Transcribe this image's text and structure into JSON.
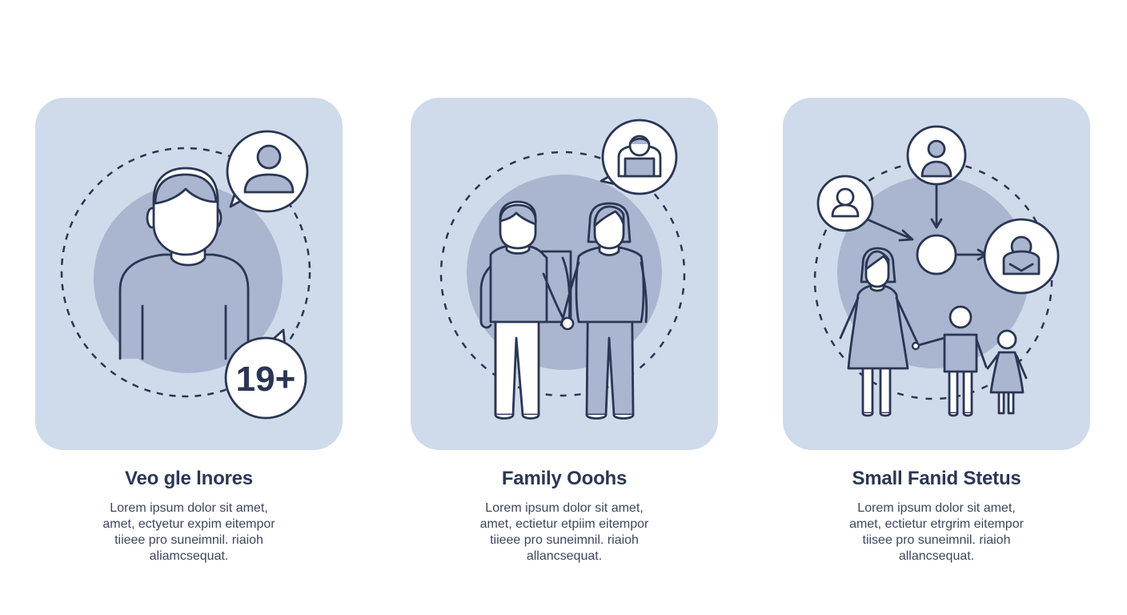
{
  "colors": {
    "panel_background": "#cfdbea",
    "blob": "#aab6cf",
    "stroke": "#2b3654",
    "figure_fill": "#aab6cf",
    "title": "#2a3756",
    "body_text": "#3d475e"
  },
  "cards": [
    {
      "title": "Veo gle lnores",
      "badge": "19+",
      "icons": [
        "adult-person-icon",
        "user-speech-bubble-icon",
        "age-19-plus-bubble-icon"
      ],
      "description": [
        "Lorem ipsum dolor sit amet,",
        "amet, ectyetur expim eitempor",
        "tiieee pro suneimnil. riaioh",
        "aliamcsequat."
      ]
    },
    {
      "title": "Family Ooohs",
      "icons": [
        "couple-holding-hands-icon",
        "user-speech-bubble-icon"
      ],
      "description": [
        "Lorem ipsum dolor sit amet,",
        "amet, ectietur etpiim eitempor",
        "tiieee pro suneimnil. riaioh",
        "allancsequat."
      ]
    },
    {
      "title": "Small Fanid Stetus",
      "icons": [
        "family-with-children-icon",
        "user-network-diagram-icon"
      ],
      "description": [
        "Lorem ipsum dolor sit amet,",
        "amet, ectietur etrgrim eitempor",
        "tiisee pro suneimnil. riaioh",
        "allancsequat."
      ]
    }
  ]
}
